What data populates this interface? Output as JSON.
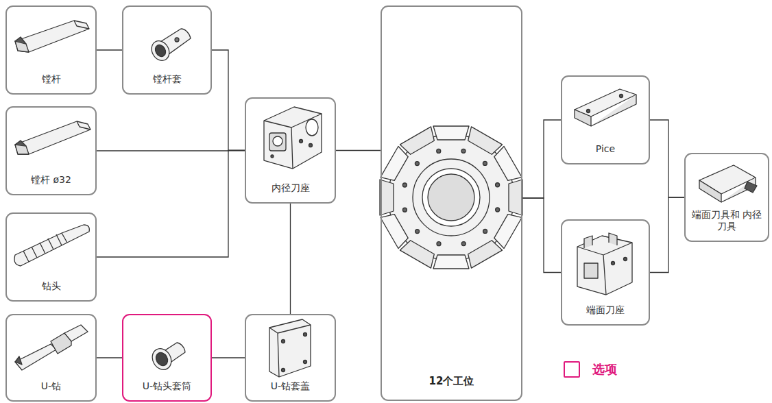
{
  "diagram": {
    "nodes": [
      {
        "text": [
          "镗杆"
        ]
      },
      {
        "text": [
          "镗杆套"
        ]
      },
      {
        "text": [
          "镗杆 ø32"
        ]
      },
      {
        "text": [
          "内径刀座"
        ]
      },
      {
        "text": [
          "钻头"
        ]
      },
      {
        "text": [
          "U-钻"
        ]
      },
      {
        "text": [
          "U-钻头套筒"
        ]
      },
      {
        "text": [
          "U-钻套盖"
        ]
      },
      {
        "text": [
          "12个工位"
        ]
      },
      {
        "text": [
          "Pice"
        ]
      },
      {
        "text": [
          "端面刀座"
        ]
      },
      {
        "text": [
          "端面刀具和 内径刀具"
        ]
      }
    ],
    "edges": [
      {
        "from": 0,
        "to": 1,
        "arrow": "none"
      },
      {
        "from": 1,
        "to": 3,
        "arrow": "none"
      },
      {
        "from": 2,
        "to": 3,
        "arrow": "none"
      },
      {
        "from": 4,
        "to": 3,
        "arrow": "none"
      },
      {
        "from": 3,
        "to": 7,
        "arrow": "none"
      },
      {
        "from": 5,
        "to": 6,
        "arrow": "none"
      },
      {
        "from": 6,
        "to": 7,
        "arrow": "none"
      },
      {
        "from": 3,
        "to": 8,
        "arrow": "none"
      },
      {
        "from": 8,
        "to": 9,
        "arrow": "none"
      },
      {
        "from": 8,
        "to": 10,
        "arrow": "none"
      },
      {
        "from": 9,
        "to": 11,
        "arrow": "none"
      },
      {
        "from": 10,
        "to": 11,
        "arrow": "none"
      }
    ],
    "legend": [
      {
        "text": "选项",
        "color": "#e0197d"
      }
    ]
  }
}
